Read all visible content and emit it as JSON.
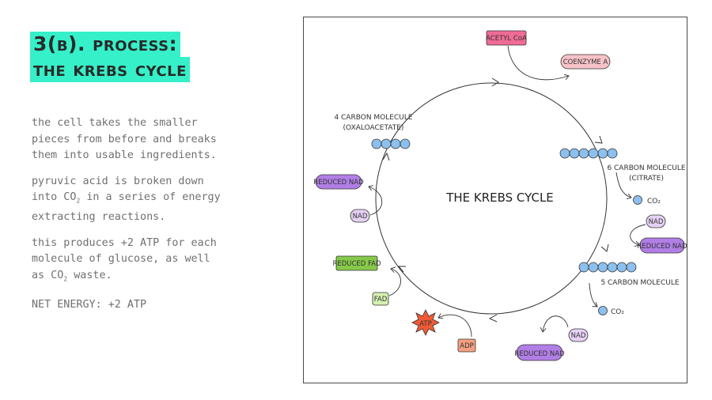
{
  "slide": {
    "title_line1": "3(b). process:",
    "title_line2": "the krebs cycle",
    "paragraphs": [
      "the cell takes the smaller\npieces from before and breaks\nthem into usable ingredients.",
      "this produces +2 ATP for each\nmolecule of glucose, as well"
    ],
    "p2": {
      "a": "pyruvic acid is broken down\ninto CO",
      "b": "2",
      "c": " in a series of energy\nextracting reactions."
    },
    "p3_tail": {
      "a": "as CO",
      "b": "2",
      "c": " waste."
    },
    "net_energy": "NET ENERGY: +2 ATP"
  },
  "diagram": {
    "center_title": "THE KREBS CYCLE",
    "labels": {
      "acetyl_coa": "ACETYL CoA",
      "coenzyme_a": "COENZYME A",
      "four_carbon": "4 CARBON MOLECULE",
      "oxaloacetate": "(OXALOACETATE)",
      "six_carbon": "6 CARBON MOLECULE",
      "citrate": "(CITRATE)",
      "co2_1": "CO₂",
      "nad_1": "NAD",
      "reduced_nad_1": "REDUCED NAD",
      "five_carbon": "5 CARBON MOLECULE",
      "co2_2": "CO₂",
      "nad_2": "NAD",
      "reduced_nad_2": "REDUCED NAD",
      "adp": "ADP",
      "atp": "ATP",
      "fad": "FAD",
      "reduced_fad": "REDUCED FAD",
      "nad_3": "NAD",
      "reduced_nad_3": "REDUCED NAD"
    },
    "colors": {
      "acetyl": "#f06b96",
      "coenzyme": "#f7c2c8",
      "nad": "#e6d1f5",
      "reduced_nad": "#b17ee6",
      "fad": "#d5efb0",
      "reduced_fad": "#86c94a",
      "adp": "#f5a081",
      "atp": "#ef5a34",
      "bead": "#8cc0ee",
      "highlight": "#35f0c8"
    }
  }
}
